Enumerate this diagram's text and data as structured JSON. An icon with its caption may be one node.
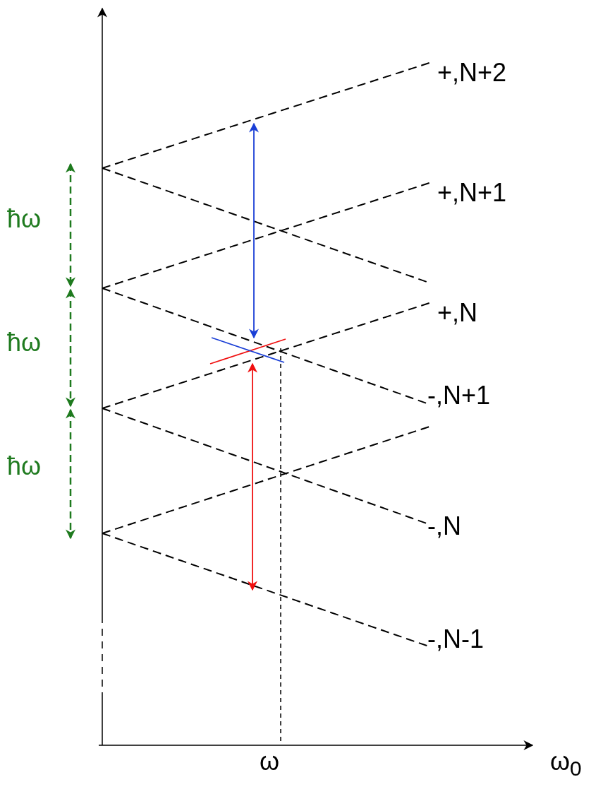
{
  "diagram": {
    "labels": [
      "+,N+2",
      "+,N+1",
      "ħω",
      "+,N",
      "ħω",
      "-,N+1",
      "ħω",
      "-,N",
      "-,N-1",
      "ω",
      "ω$_{0}$"
    ]
  }
}
